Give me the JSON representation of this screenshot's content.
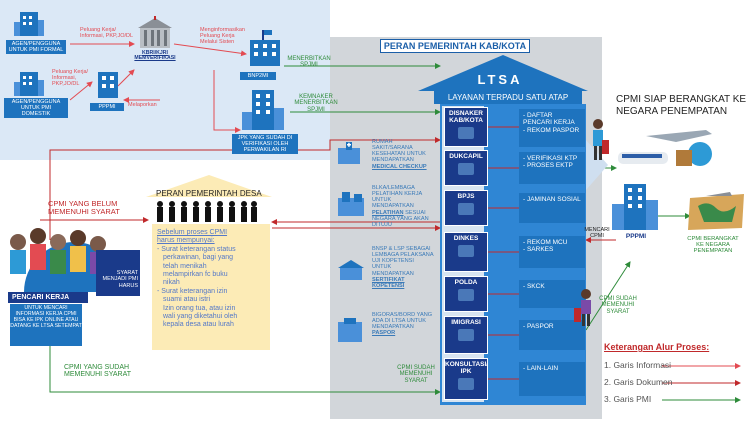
{
  "top_left": {
    "agen_formal": "AGEN/PENGGUNA UNTUK PMI FORMAL",
    "agen_domestik": "AGEN/PENGGUNA UNTUK PMI DOMESTIK",
    "peluang_formal": "Peluang Kerja/ Informasi, PKP,JO/DL",
    "peluang_domestik": "Peluang Kerja/ Informasi, PKP,JO/DL",
    "kbri": "KBRI/KJRI MEMVERIFIKASI",
    "menginformasikan": "Menginformasikan Peluang Kerja Melalui Sisten",
    "bnp2mi": "BNP2MI",
    "p3mi": "PPPMI",
    "melaporkan": "Melaporkan",
    "verifikasi": "JPK YANG SUDAH DI VERIFIKASI OLEH PERWAKILAN RI"
  },
  "arrows": {
    "menerbitkan": "MENERBITKAN SPJMI",
    "kemnaker": "KEMNAKER MENERBITKAN SPJMI",
    "mencari": "MENCARI CPMI"
  },
  "center": {
    "title": "PERAN PEMERINTAH KAB/KOTA",
    "ltsa": "LTSA",
    "layanan": "LAYANAN TERPADU SATU ATAP"
  },
  "agencies": [
    {
      "pre": "RUMAH SAKIT/SARANA KESEHATAN UNTUK MENDAPATKAN",
      "bold": "MEDICAL CHECKUP"
    },
    {
      "pre": "BLKA/LEMBAGA PELATIHAN KERJA UNTUK MENDAPATKAN",
      "bold": "PELATIHAN",
      "post": "SESUAI NEGARA YANG AKAN DITUJU"
    },
    {
      "pre": "BNSP & LSP SEBAGAI LEMBAGA PELAKSANA UJI KOPETENSI UNTUK MENDAPATKAN",
      "bold": "SERTIFIKAT KOPETENSI"
    },
    {
      "pre": "BIGORAS/BORD YANG ADA DI LTSA UNTUK MENDAPATKAN",
      "bold": "PASPOR"
    }
  ],
  "services": [
    {
      "name": "DISNAKER KAB/KOTA",
      "desc": "- DAFTAR PENCARI KERJA\n- REKOM PASPOR"
    },
    {
      "name": "DUKCAPIL",
      "desc": "- VERIFIKASI KTP\n- PROSES EKTP"
    },
    {
      "name": "BPJS",
      "desc": "- JAMINAN SOSIAL"
    },
    {
      "name": "DINKES",
      "desc": "- REKOM MCU\n- SARKES"
    },
    {
      "name": "POLDA",
      "desc": "- SKCK"
    },
    {
      "name": "IMIGRASI",
      "desc": "- PASPOR"
    },
    {
      "name": "KONSULTASI/ IPK",
      "desc": "- LAIN-LAIN"
    }
  ],
  "right": {
    "siap": "CPMI SIAP BERANGKAT KE NEGARA PENEMPATAN",
    "pppmi": "PPPMI",
    "berangkat": "CPMI BERANGKAT KE NEGARA PENEMPATAN",
    "memenuhi": "CPMI SUDAH MEMENUHI SYARAT"
  },
  "left": {
    "belum": "CPMI YANG BELUM MEMENUHI SYARAT",
    "pencari": "PENCARI KERJA",
    "info": "UNTUK MENCARI INFORMASI KERJA CPMI BISA KE IPK ONLINE ATAU DATANG KE LTSA SETEMPAT",
    "syarat": "SYARAT MENJADI PMI HARUS",
    "sudah": "CPMI YANG SUDAH MEMENUHI SYARAT",
    "sudah_center": "CPMI SUDAH MEMENUHI SYARAT"
  },
  "desa": {
    "title": "PERAN PEMERINTAH DESA",
    "lines": [
      "Sebelum proses CPMI",
      "harus mempunyai:",
      "- Surat keterangan status",
      "  perkawinan, bagi yang",
      "  telah menikah",
      "  melampirkan fc buku",
      "  nikah",
      "- Surat keterangan izin",
      "  suami atau istri",
      "  Izin orang tua, atau izin",
      "  wali yang diketahui oleh",
      "  kepala desa atau lurah"
    ]
  },
  "legend": {
    "title": "Keterangan Alur Proses:",
    "items": [
      {
        "label": "1.  Garis Informasi",
        "color": "#e34b52"
      },
      {
        "label": "2.  Garis Dokumen",
        "color": "#c0292b"
      },
      {
        "label": "3.  Garis PMI",
        "color": "#2e8b3a"
      }
    ]
  },
  "colors": {
    "blue": "#1e73be",
    "navy": "#1a3a8a",
    "green": "#2e8b3a",
    "red": "#c0292b",
    "pink": "#e34b52"
  }
}
